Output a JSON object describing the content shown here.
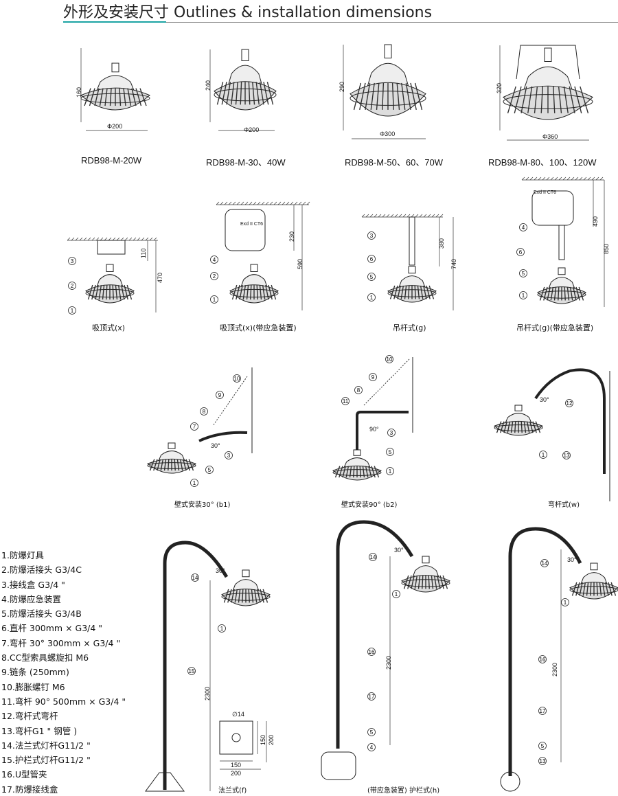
{
  "header": {
    "title": "外形及安装尺寸 Outlines & installation dimensions",
    "accent": "#1aa3a3"
  },
  "models": [
    {
      "name": "RDB98-M-20W",
      "height": "160",
      "diameter": "Φ200"
    },
    {
      "name": "RDB98-M-30、40W",
      "height": "240",
      "diameter": "Φ200"
    },
    {
      "name": "RDB98-M-50、60、70W",
      "height": "290",
      "diameter": "Φ300"
    },
    {
      "name": "RDB98-M-80、100、120W",
      "height": "320",
      "diameter": "Φ360"
    }
  ],
  "installs": [
    {
      "caption": "吸顶式(x)",
      "dims": [
        "110",
        "470"
      ]
    },
    {
      "caption": "吸顶式(x)(带应急装置)",
      "dims": [
        "230",
        "590"
      ]
    },
    {
      "caption": "吊杆式(g)",
      "dims": [
        "380",
        "740"
      ]
    },
    {
      "caption": "吊杆式(g)(带应急装置)",
      "dims": [
        "490",
        "850"
      ]
    }
  ],
  "walls": [
    {
      "caption": "壁式安装30° (b1)",
      "angle": "30°"
    },
    {
      "caption": "壁式安装90° (b2)",
      "angle": "90°"
    },
    {
      "caption": "弯杆式(w)",
      "angle": "30°"
    }
  ],
  "poles": [
    {
      "caption": "法兰式(f)",
      "height": "2300",
      "angle": "30°"
    },
    {
      "caption": "(带应急装置) 护栏式(h)",
      "height": "2300",
      "angle": "30°"
    },
    {
      "caption": "",
      "height": "2300",
      "angle": "30°"
    }
  ],
  "flange": {
    "hole": "∅14",
    "w1": "150",
    "w2": "200",
    "h1": "150",
    "h2": "200"
  },
  "box_label": "Exd II CT6",
  "legend": [
    "1.防爆灯具",
    "2.防爆活接头 G3/4C",
    "3.接线盒 G3/4 \"",
    "4.防爆应急装置",
    "5.防爆活接头 G3/4B",
    "6.直杆 300mm × G3/4 \"",
    "7.弯杆 30°  300mm × G3/4 \"",
    "8.CC型索具螺旋扣 M6",
    "9.链条 (250mm)",
    "10.膨胀螺钉 M6",
    "11.弯杆 90°  500mm × G3/4 \"",
    "12.弯杆式弯杆",
    "13.弯杆G1 \" 钢管 )",
    "14.法兰式灯杆G11/2 \"",
    "15.护栏式灯杆G11/2 \"",
    "16.U型管夹",
    "17.防爆接线盒"
  ],
  "callouts": [
    "1",
    "2",
    "3",
    "4",
    "5",
    "6",
    "7",
    "8",
    "9",
    "10",
    "11",
    "12",
    "13",
    "14",
    "15",
    "16",
    "17"
  ]
}
